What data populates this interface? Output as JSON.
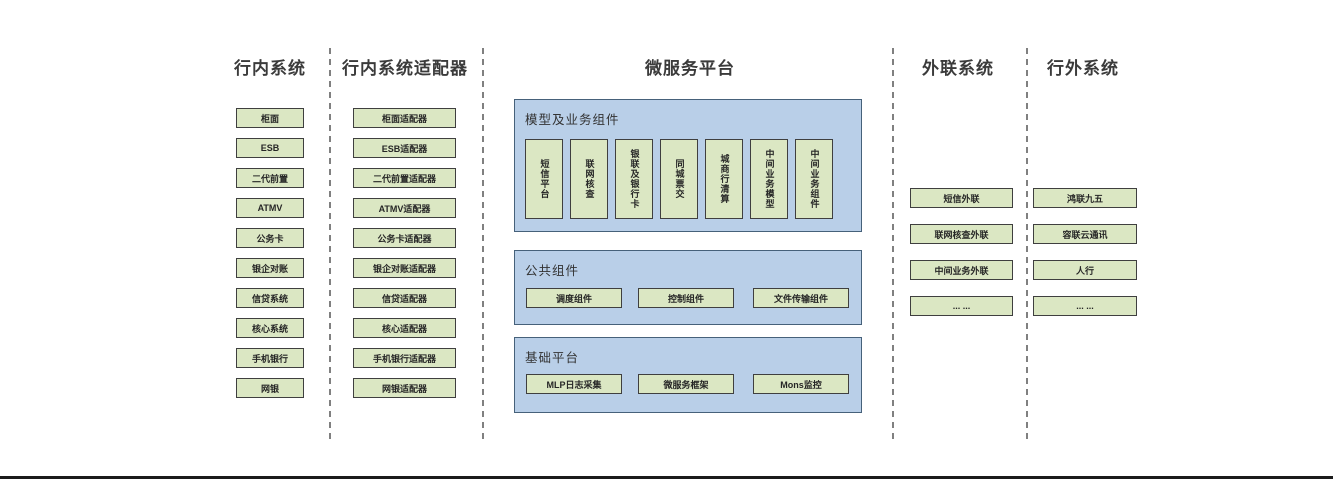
{
  "columns": {
    "internal": {
      "title": "行内系统",
      "items": [
        "柜面",
        "ESB",
        "二代前置",
        "ATMV",
        "公务卡",
        "银企对账",
        "信贷系统",
        "核心系统",
        "手机银行",
        "网银"
      ]
    },
    "adapters": {
      "title": "行内系统适配器",
      "items": [
        "柜面适配器",
        "ESB适配器",
        "二代前置适配器",
        "ATMV适配器",
        "公务卡适配器",
        "银企对账适配器",
        "信贷适配器",
        "核心适配器",
        "手机银行适配器",
        "网银适配器"
      ]
    },
    "platform": {
      "title": "微服务平台",
      "panels": [
        {
          "title": "模型及业务组件",
          "items": [
            "短信平台",
            "联网核查",
            "银联及银行卡",
            "同城票交",
            "城商行清算",
            "中间业务模型",
            "中间业务组件"
          ]
        },
        {
          "title": "公共组件",
          "items": [
            "调度组件",
            "控制组件",
            "文件传输组件"
          ]
        },
        {
          "title": "基础平台",
          "items": [
            "MLP日志采集",
            "微服务框架",
            "Mons监控"
          ]
        }
      ]
    },
    "outreach": {
      "title": "外联系统",
      "items": [
        "短信外联",
        "联网核查外联",
        "中间业务外联",
        "... ..."
      ]
    },
    "external": {
      "title": "行外系统",
      "items": [
        "鸿联九五",
        "容联云通讯",
        "人行",
        "... ..."
      ]
    }
  },
  "colors": {
    "box_fill": "#dbe7c3",
    "box_border": "#3f3f3f",
    "panel_fill": "#b9cfe8",
    "panel_border": "#46617a",
    "divider": "#808080"
  }
}
